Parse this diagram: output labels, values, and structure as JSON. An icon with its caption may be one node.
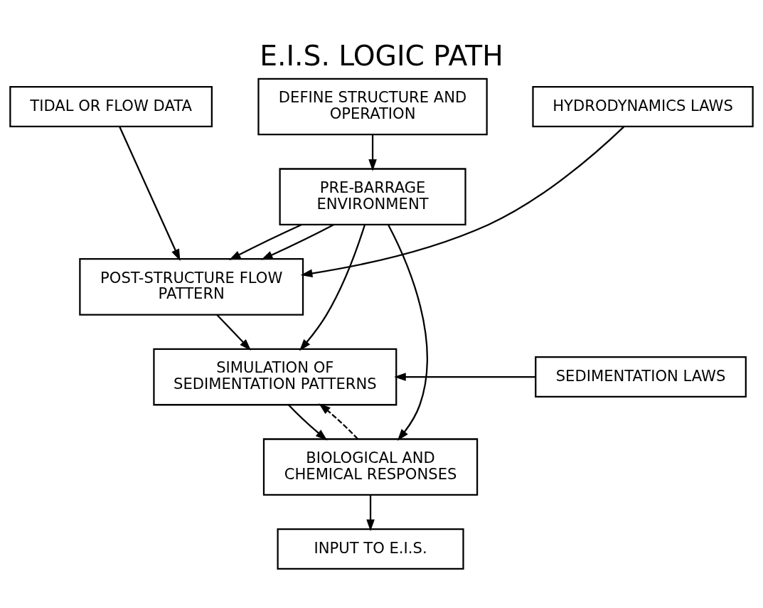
{
  "diagram": {
    "title": "E.I.S. LOGIC PATH",
    "nodes": [
      {
        "text": [
          "TIDAL OR FLOW DATA"
        ]
      },
      {
        "text": [
          "DEFINE STRUCTURE AND OPERATION"
        ]
      },
      {
        "text": [
          "HYDRODYNAMICS LAWS"
        ]
      },
      {
        "text": [
          "PRE-BARRAGE ENVIRONMENT"
        ]
      },
      {
        "text": [
          "POST-STRUCTURE FLOW PATTERN"
        ]
      },
      {
        "text": [
          "SIMULATION OF SEDIMENTATION PATTERNS"
        ]
      },
      {
        "text": [
          "SEDIMENTATION LAWS"
        ]
      },
      {
        "text": [
          "BIOLOGICAL AND CHEMICAL RESPONSES"
        ]
      },
      {
        "text": [
          "INPUT TO E.I.S."
        ]
      }
    ],
    "edges": [
      {
        "from": 1,
        "to": 3,
        "arrow": "to"
      },
      {
        "from": 3,
        "to": 4,
        "arrow": "to"
      },
      {
        "from": 3,
        "to": 4,
        "arrow": "to"
      },
      {
        "from": 0,
        "to": 4,
        "arrow": "to"
      },
      {
        "from": 2,
        "to": 4,
        "arrow": "to"
      },
      {
        "from": 4,
        "to": 5,
        "arrow": "to"
      },
      {
        "from": 3,
        "to": 5,
        "arrow": "to"
      },
      {
        "from": 6,
        "to": 5,
        "arrow": "to"
      },
      {
        "from": 5,
        "to": 7,
        "arrow": "to"
      },
      {
        "from": 3,
        "to": 7,
        "arrow": "to"
      },
      {
        "from": 7,
        "to": 5,
        "arrow": "to",
        "style": "dashed"
      },
      {
        "from": 7,
        "to": 8,
        "arrow": "to"
      }
    ]
  }
}
